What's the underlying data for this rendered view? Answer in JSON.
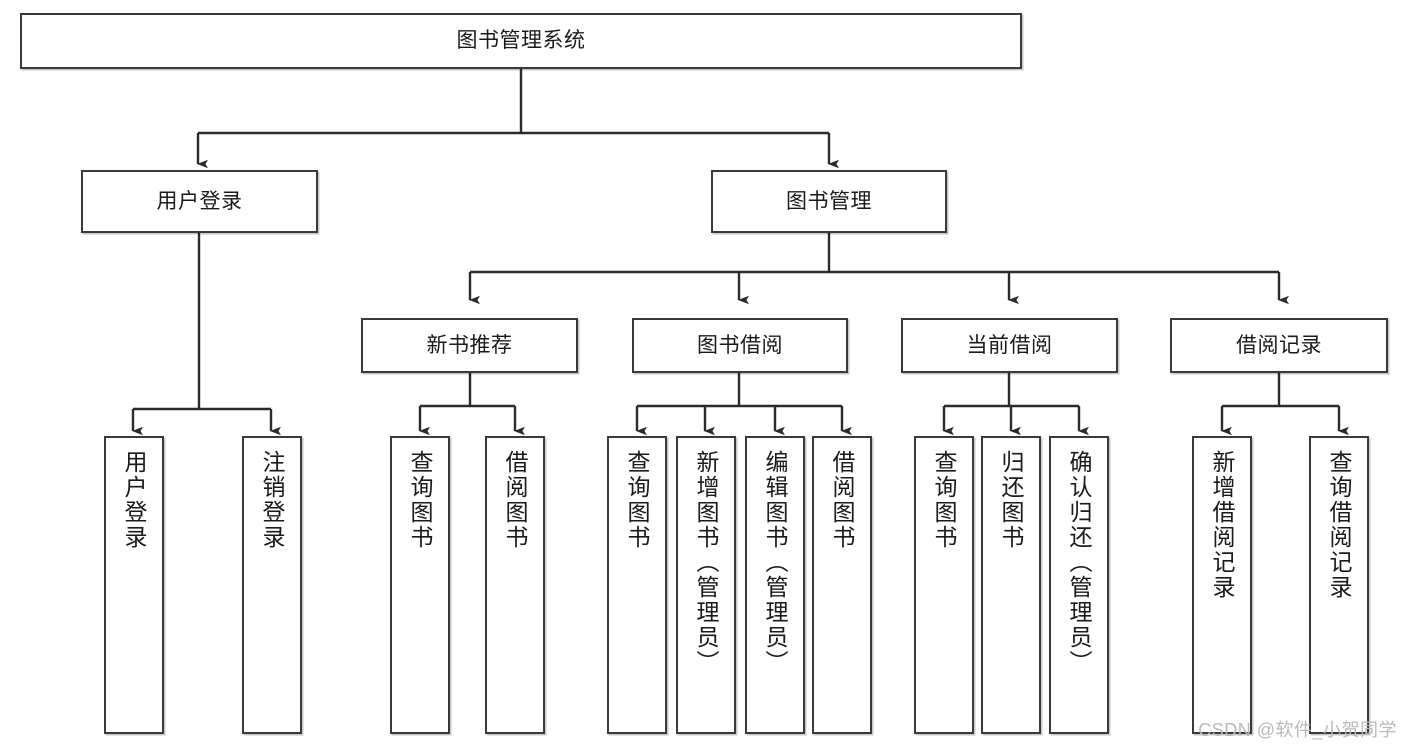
{
  "diagram": {
    "type": "tree-hierarchy",
    "title": "图书管理系统",
    "watermark": "CSDN @软件_小贺同学",
    "colors": {
      "box_stroke": "#3a3a3a",
      "box_fill": "#ffffff",
      "connector": "#2b2b2b",
      "text": "#1a1a1a",
      "watermark": "#b9b9b9"
    },
    "levels": {
      "root": {
        "label": "图书管理系统"
      },
      "level2": [
        {
          "id": "user-login",
          "label": "用户登录"
        },
        {
          "id": "book-management",
          "label": "图书管理"
        }
      ],
      "level3": [
        {
          "id": "new-book-recommend",
          "label": "新书推荐"
        },
        {
          "id": "book-borrow",
          "label": "图书借阅"
        },
        {
          "id": "current-borrow",
          "label": "当前借阅"
        },
        {
          "id": "borrow-record",
          "label": "借阅记录"
        }
      ],
      "leaves": {
        "user-login": [
          {
            "id": "leaf-user-login",
            "label": "用户登录"
          },
          {
            "id": "leaf-user-logout",
            "label": "注销登录"
          }
        ],
        "new-book-recommend": [
          {
            "id": "leaf-query-book-1",
            "label": "查询图书"
          },
          {
            "id": "leaf-borrow-book-1",
            "label": "借阅图书"
          }
        ],
        "book-borrow": [
          {
            "id": "leaf-query-book-2",
            "label": "查询图书"
          },
          {
            "id": "leaf-add-book",
            "label": "新增图书（管理员）"
          },
          {
            "id": "leaf-edit-book",
            "label": "编辑图书（管理员）"
          },
          {
            "id": "leaf-borrow-book-2",
            "label": "借阅图书"
          }
        ],
        "current-borrow": [
          {
            "id": "leaf-query-book-3",
            "label": "查询图书"
          },
          {
            "id": "leaf-return-book",
            "label": "归还图书"
          },
          {
            "id": "leaf-confirm-return",
            "label": "确认归还（管理员）"
          }
        ],
        "borrow-record": [
          {
            "id": "leaf-add-record",
            "label": "新增借阅记录"
          },
          {
            "id": "leaf-query-record",
            "label": "查询借阅记录"
          }
        ]
      }
    }
  }
}
